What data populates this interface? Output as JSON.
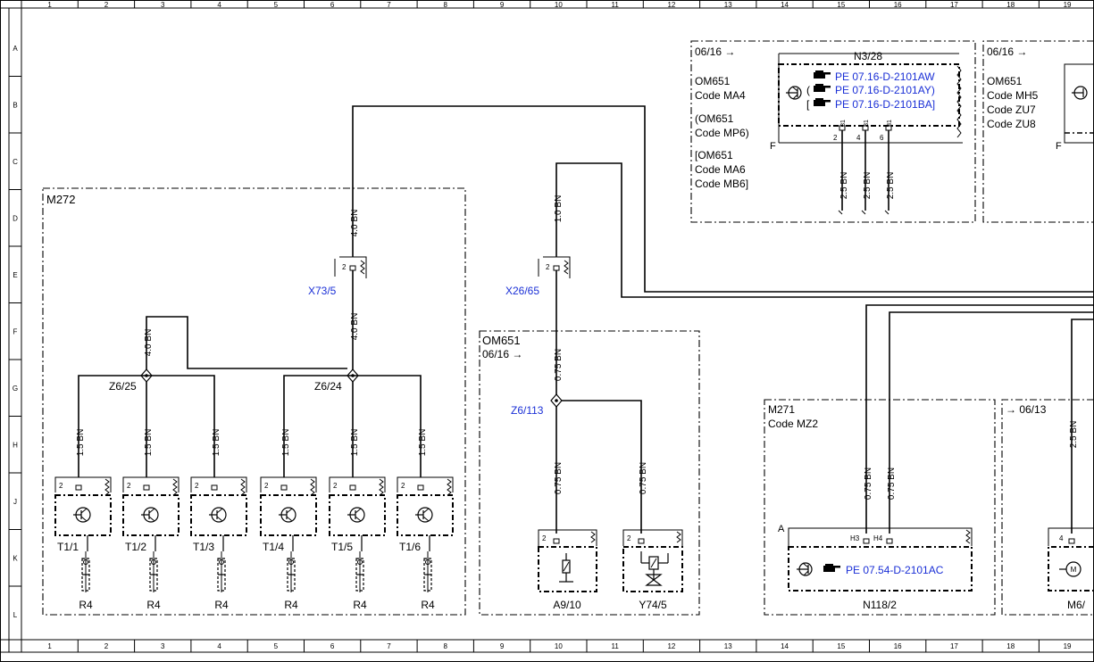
{
  "grid": {
    "columns": [
      "1",
      "2",
      "3",
      "4",
      "5",
      "6",
      "7",
      "8",
      "9",
      "10",
      "11",
      "12",
      "13",
      "14",
      "15",
      "16",
      "17",
      "18",
      "19"
    ],
    "rows": [
      "A",
      "B",
      "C",
      "D",
      "E",
      "F",
      "G",
      "H",
      "J",
      "K",
      "L"
    ]
  },
  "groups": {
    "m272": "M272",
    "om651_mid": [
      "OM651",
      "06/16 →"
    ],
    "m271": [
      "M271",
      "Code MZ2"
    ],
    "right_variant": "→ 06/13"
  },
  "n328": {
    "date": "06/16 →",
    "name": "N3/28",
    "codes": [
      "OM651",
      "Code MA4",
      "(OM651",
      "Code MP6)",
      "[OM651",
      "Code MA6",
      "Code MB6]"
    ],
    "refs": [
      "PE 07.16-D-2101AW",
      "PE 07.16-D-2101AY)",
      "PE 07.16-D-2101BA]"
    ],
    "ref_prefix": [
      "",
      "(",
      "["
    ],
    "pin_label": "F",
    "pins": [
      "2",
      "4",
      "6"
    ],
    "pin_top": "31",
    "wires": [
      "2.5 BN",
      "2.5 BN",
      "2.5 BN"
    ]
  },
  "n3_right": {
    "date": "06/16 →",
    "codes": [
      "OM651",
      "Code MH5",
      "Code ZU7",
      "Code ZU8"
    ],
    "pin_label": "F"
  },
  "connectors": {
    "x73": "X73/5",
    "x26": "X26/65",
    "z625": "Z6/25",
    "z624": "Z6/24",
    "z6113": "Z6/113"
  },
  "wires": {
    "main_4bn_top": "4.0 BN",
    "main_4bn_mid": "4.0 BN",
    "left_4bn": "4.0 BN",
    "x26_1bn": "1.0 BN",
    "x26_075": "0.75 BN",
    "a910": "0.75 BN",
    "y745": "0.75 BN",
    "n118_h3": "0.75 BN",
    "n118_h4": "0.75 BN",
    "right_25": "2.5 BN",
    "coil": [
      "1.5 BN",
      "1.5 BN",
      "1.5 BN",
      "1.5 BN",
      "1.5 BN",
      "1.5 BN"
    ]
  },
  "coils": {
    "names": [
      "T1/1",
      "T1/2",
      "T1/3",
      "T1/4",
      "T1/5",
      "T1/6"
    ],
    "pin": "2",
    "resistor": "R4"
  },
  "a910": {
    "name": "A9/10",
    "pin": "2"
  },
  "y745": {
    "name": "Y74/5",
    "pin": "2"
  },
  "n1182": {
    "name": "N118/2",
    "conn": "A",
    "pins": [
      "H3",
      "H4"
    ],
    "ref": "PE 07.54-D-2101AC"
  },
  "m6": {
    "name": "M6/",
    "pin": "4"
  },
  "colors": {
    "link": "#1a2fd6",
    "line": "#000000"
  }
}
